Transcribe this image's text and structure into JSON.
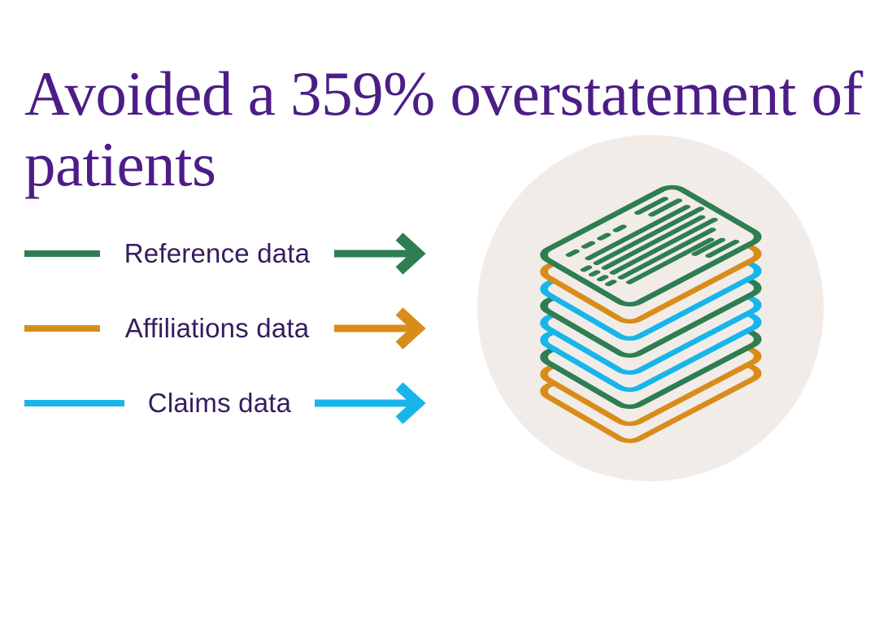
{
  "heading": {
    "text": "Avoided a 359% overstatement of patients",
    "stat": "359%"
  },
  "legend": [
    {
      "label": "Reference data",
      "color_key": "green"
    },
    {
      "label": "Affiliations data",
      "color_key": "orange"
    },
    {
      "label": "Claims data",
      "color_key": "cyan"
    }
  ],
  "illustration": {
    "name": "stacked-documents",
    "background": "#f2ece9",
    "page_colors_top_to_bottom": [
      "green",
      "orange",
      "cyan",
      "green",
      "cyan",
      "cyan",
      "green",
      "orange",
      "orange"
    ]
  },
  "colors": {
    "heading": "#4c1d87",
    "label": "#351c5e",
    "green": "#2e7e52",
    "orange": "#d98c1a",
    "cyan": "#18b5ea",
    "circle_bg": "#f2ece9",
    "page_fill": "#f2ece9"
  }
}
